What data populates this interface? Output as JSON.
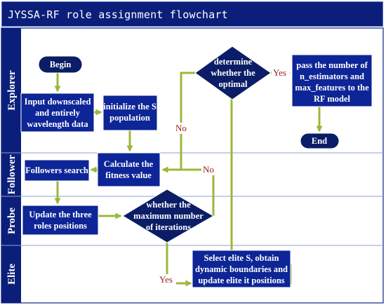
{
  "title": "JYSSA-RF role assignment flowchart",
  "lanes": [
    "Explorer",
    "Follower",
    "Probe",
    "Elite"
  ],
  "nodes": {
    "begin": "Begin",
    "end": "End",
    "input": [
      "Input downscaled",
      "and entirely",
      "wavelength data"
    ],
    "init": [
      "initialize the S",
      "population"
    ],
    "determine": [
      "determine",
      "whether the",
      "optimal"
    ],
    "pass": [
      "pass the number of",
      "n_estimators and",
      "max_features to the",
      "RF model"
    ],
    "fitness": [
      "Calculate the",
      "fitness value"
    ],
    "followers": [
      "Followers search"
    ],
    "update": [
      "Update the three",
      "roles positions"
    ],
    "whether": [
      "whether the",
      "maximum number",
      "of iterations"
    ],
    "elite": [
      "Select elite S, obtain",
      "dynamic boundaries and",
      "update elite it positions"
    ]
  },
  "edge_labels": {
    "yes1": "Yes",
    "no1": "No",
    "no2": "No",
    "yes2": "Yes"
  },
  "colors": {
    "title_bg": "#0b1f7a",
    "lane_bg": "#0b1f7a",
    "node_fill": "#0d2596",
    "node_dark": "#0a1d66",
    "arrow": "#9bb83a",
    "label_red": "#9b1c1c"
  }
}
